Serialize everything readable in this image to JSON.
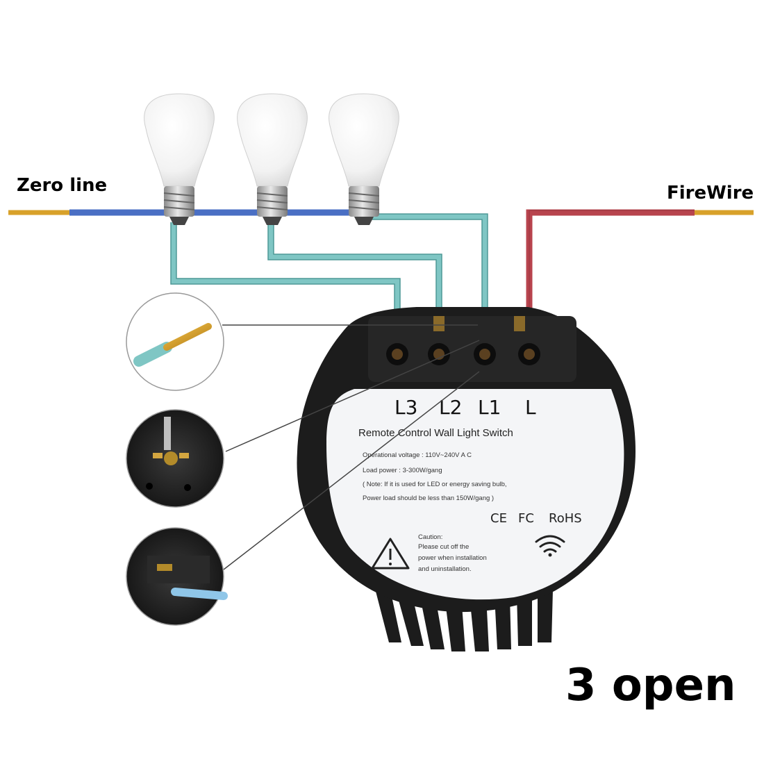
{
  "labels": {
    "zero_line": "Zero line",
    "fire_wire": "FireWire",
    "footer": "3 open"
  },
  "terminals": [
    "L3",
    "L2",
    "L1",
    "L"
  ],
  "sticker": {
    "title": "Remote Control Wall Light Switch",
    "voltage": "Operational voltage : 110V~240V A C",
    "load": "Load power : 3-300W/gang",
    "note_1": "( Note: If it is used for LED or energy saving bulb,",
    "note_2": "Power load should be less than 150W/gang )",
    "cert_ce": "CE",
    "cert_fc": "FC",
    "cert_rohs": "RoHS",
    "caution_title": "Caution:",
    "caution_1": "Please cut off the",
    "caution_2": "power when installation",
    "caution_3": "and uninstallation."
  },
  "colors": {
    "neutral_wire": "#4a6fc4",
    "live_wire": "#b8444e",
    "load_wire": "#7fc6c4",
    "copper": "#d8a12a",
    "switch_body": "#1c1c1c"
  },
  "icons": [
    "bulb-icon",
    "warning-triangle-icon",
    "wifi-icon",
    "ce-mark-icon"
  ]
}
